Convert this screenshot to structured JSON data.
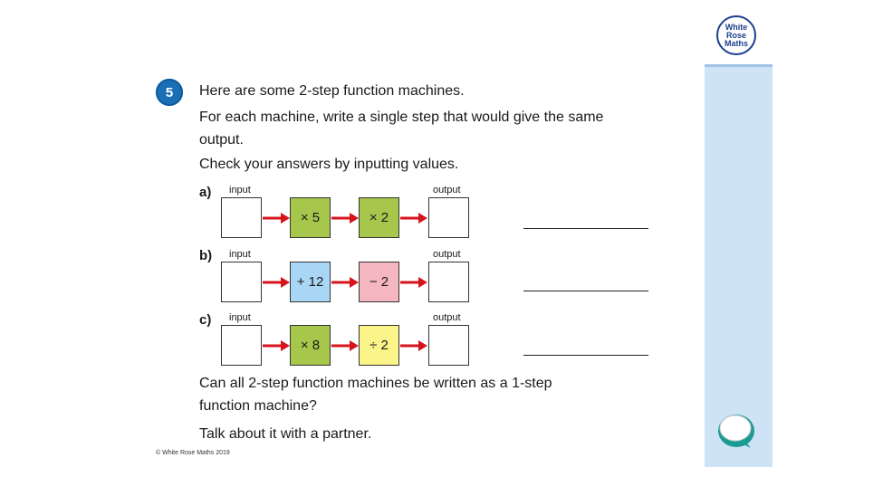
{
  "brand": {
    "logo_lines": [
      "White",
      "Rose",
      "Maths"
    ],
    "copyright": "© White Rose Maths 2019"
  },
  "question": {
    "number": "5",
    "intro": "Here are some 2-step function machines.",
    "instruction": "For each machine, write a single step that would give the same output.",
    "check": "Check your answers by inputting values.",
    "followup": "Can all 2-step function machines be written as a 1-step function machine?",
    "discuss": "Talk about it with a partner."
  },
  "labels": {
    "input": "input",
    "output": "output"
  },
  "machines": [
    {
      "part": "a)",
      "step1": "× 5",
      "step1_color": "#a6c64c",
      "step2": "× 2",
      "step2_color": "#a6c64c"
    },
    {
      "part": "b)",
      "step1": "+ 12",
      "step1_color": "#a9d6f5",
      "step2": "− 2",
      "step2_color": "#f4b6bf"
    },
    {
      "part": "c)",
      "step1": "× 8",
      "step1_color": "#a6c64c",
      "step2": "÷ 2",
      "step2_color": "#fbf489"
    }
  ],
  "colors": {
    "arrow": "#d7141e",
    "sidebar": "#cfe3f6",
    "question_badge": "#1a6fb7"
  },
  "icons": {
    "talk": "speech-bubble-icon",
    "logo": "white-rose-maths-logo"
  }
}
